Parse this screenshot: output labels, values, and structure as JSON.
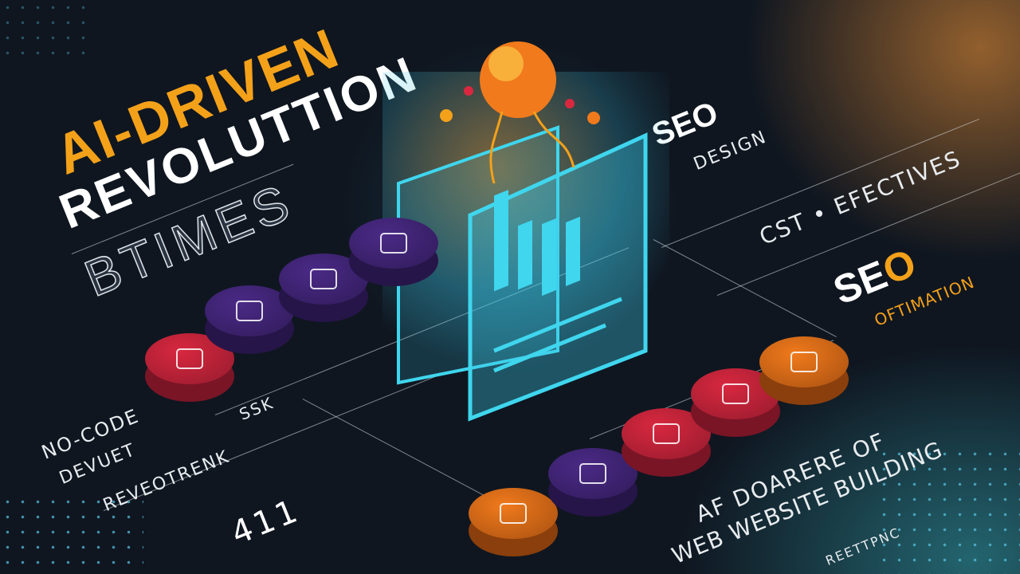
{
  "headline": {
    "line1": "AI-DRIVEN",
    "line2": "REVOLUTTION",
    "line3": "BTIMES"
  },
  "seo_design": {
    "title": "SEO",
    "subtitle": "DESIGN"
  },
  "banner": {
    "text": "CST • EFECTIVES"
  },
  "seo_optimization": {
    "title_white": "SE",
    "title_orange": "O",
    "subtitle": "OFTIMATION"
  },
  "no_code": {
    "line1": "NO-CODE",
    "line2": "DEVUET",
    "tag": "REVEOTRENK",
    "code": "SSK"
  },
  "stat": {
    "value": "411"
  },
  "footer": {
    "line1": "AF DOARERE OF",
    "line2": "WEB WEBSITE BUILDING",
    "line3": "REETTPNC"
  },
  "colors": {
    "accent_orange": "#f4a11a",
    "disc_red": "#d8283f",
    "disc_purple": "#4a2a86",
    "disc_orange": "#f07a1c",
    "panel_cyan": "#3fd6ee",
    "background": "#0f1620"
  },
  "discs_left": [
    {
      "color": "red",
      "icon": "screen-icon"
    },
    {
      "color": "purple",
      "icon": "lock-icon"
    },
    {
      "color": "purple",
      "icon": "device-icon"
    },
    {
      "color": "purple",
      "icon": "cup-icon"
    }
  ],
  "discs_right": [
    {
      "color": "orange",
      "icon": "ring-icon"
    },
    {
      "color": "purple",
      "icon": "bot-icon"
    },
    {
      "color": "red",
      "icon": "folder-icon"
    },
    {
      "color": "red",
      "icon": "flag-icon"
    },
    {
      "color": "orange",
      "icon": "window-icon"
    }
  ]
}
